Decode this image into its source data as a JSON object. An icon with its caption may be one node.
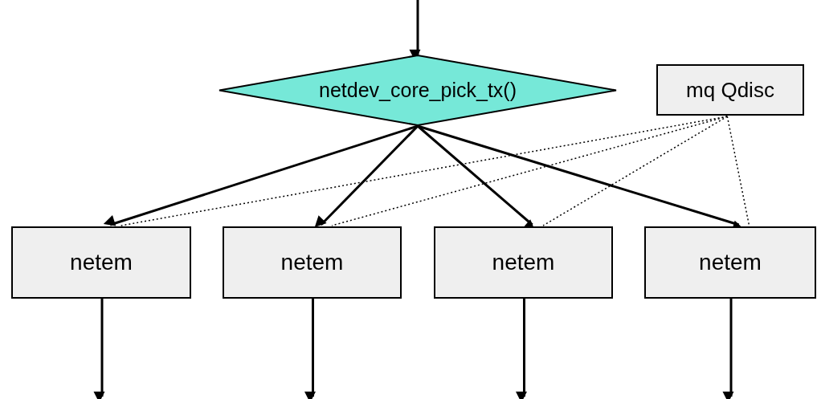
{
  "diagram": {
    "nodes": [
      {
        "text": [
          "netdev_core_pick_tx()"
        ]
      },
      {
        "text": [
          "mq Qdisc"
        ]
      },
      {
        "text": [
          "netem"
        ]
      },
      {
        "text": [
          "netem"
        ]
      },
      {
        "text": [
          "netem"
        ]
      },
      {
        "text": [
          "netem"
        ]
      }
    ],
    "edges": [
      {
        "from": null,
        "to": 0,
        "arrow": "to"
      },
      {
        "from": 0,
        "to": 2,
        "arrow": "to"
      },
      {
        "from": 0,
        "to": 3,
        "arrow": "to"
      },
      {
        "from": 0,
        "to": 4,
        "arrow": "to"
      },
      {
        "from": 0,
        "to": 5,
        "arrow": "to"
      },
      {
        "from": 1,
        "to": 2,
        "arrow": "none",
        "style": "dashed"
      },
      {
        "from": 1,
        "to": 3,
        "arrow": "none",
        "style": "dashed"
      },
      {
        "from": 1,
        "to": 4,
        "arrow": "none",
        "style": "dashed"
      },
      {
        "from": 1,
        "to": 5,
        "arrow": "none",
        "style": "dashed"
      },
      {
        "from": 2,
        "to": null,
        "arrow": "to"
      },
      {
        "from": 3,
        "to": null,
        "arrow": "to"
      },
      {
        "from": 4,
        "to": null,
        "arrow": "to"
      },
      {
        "from": 5,
        "to": null,
        "arrow": "to"
      }
    ]
  }
}
